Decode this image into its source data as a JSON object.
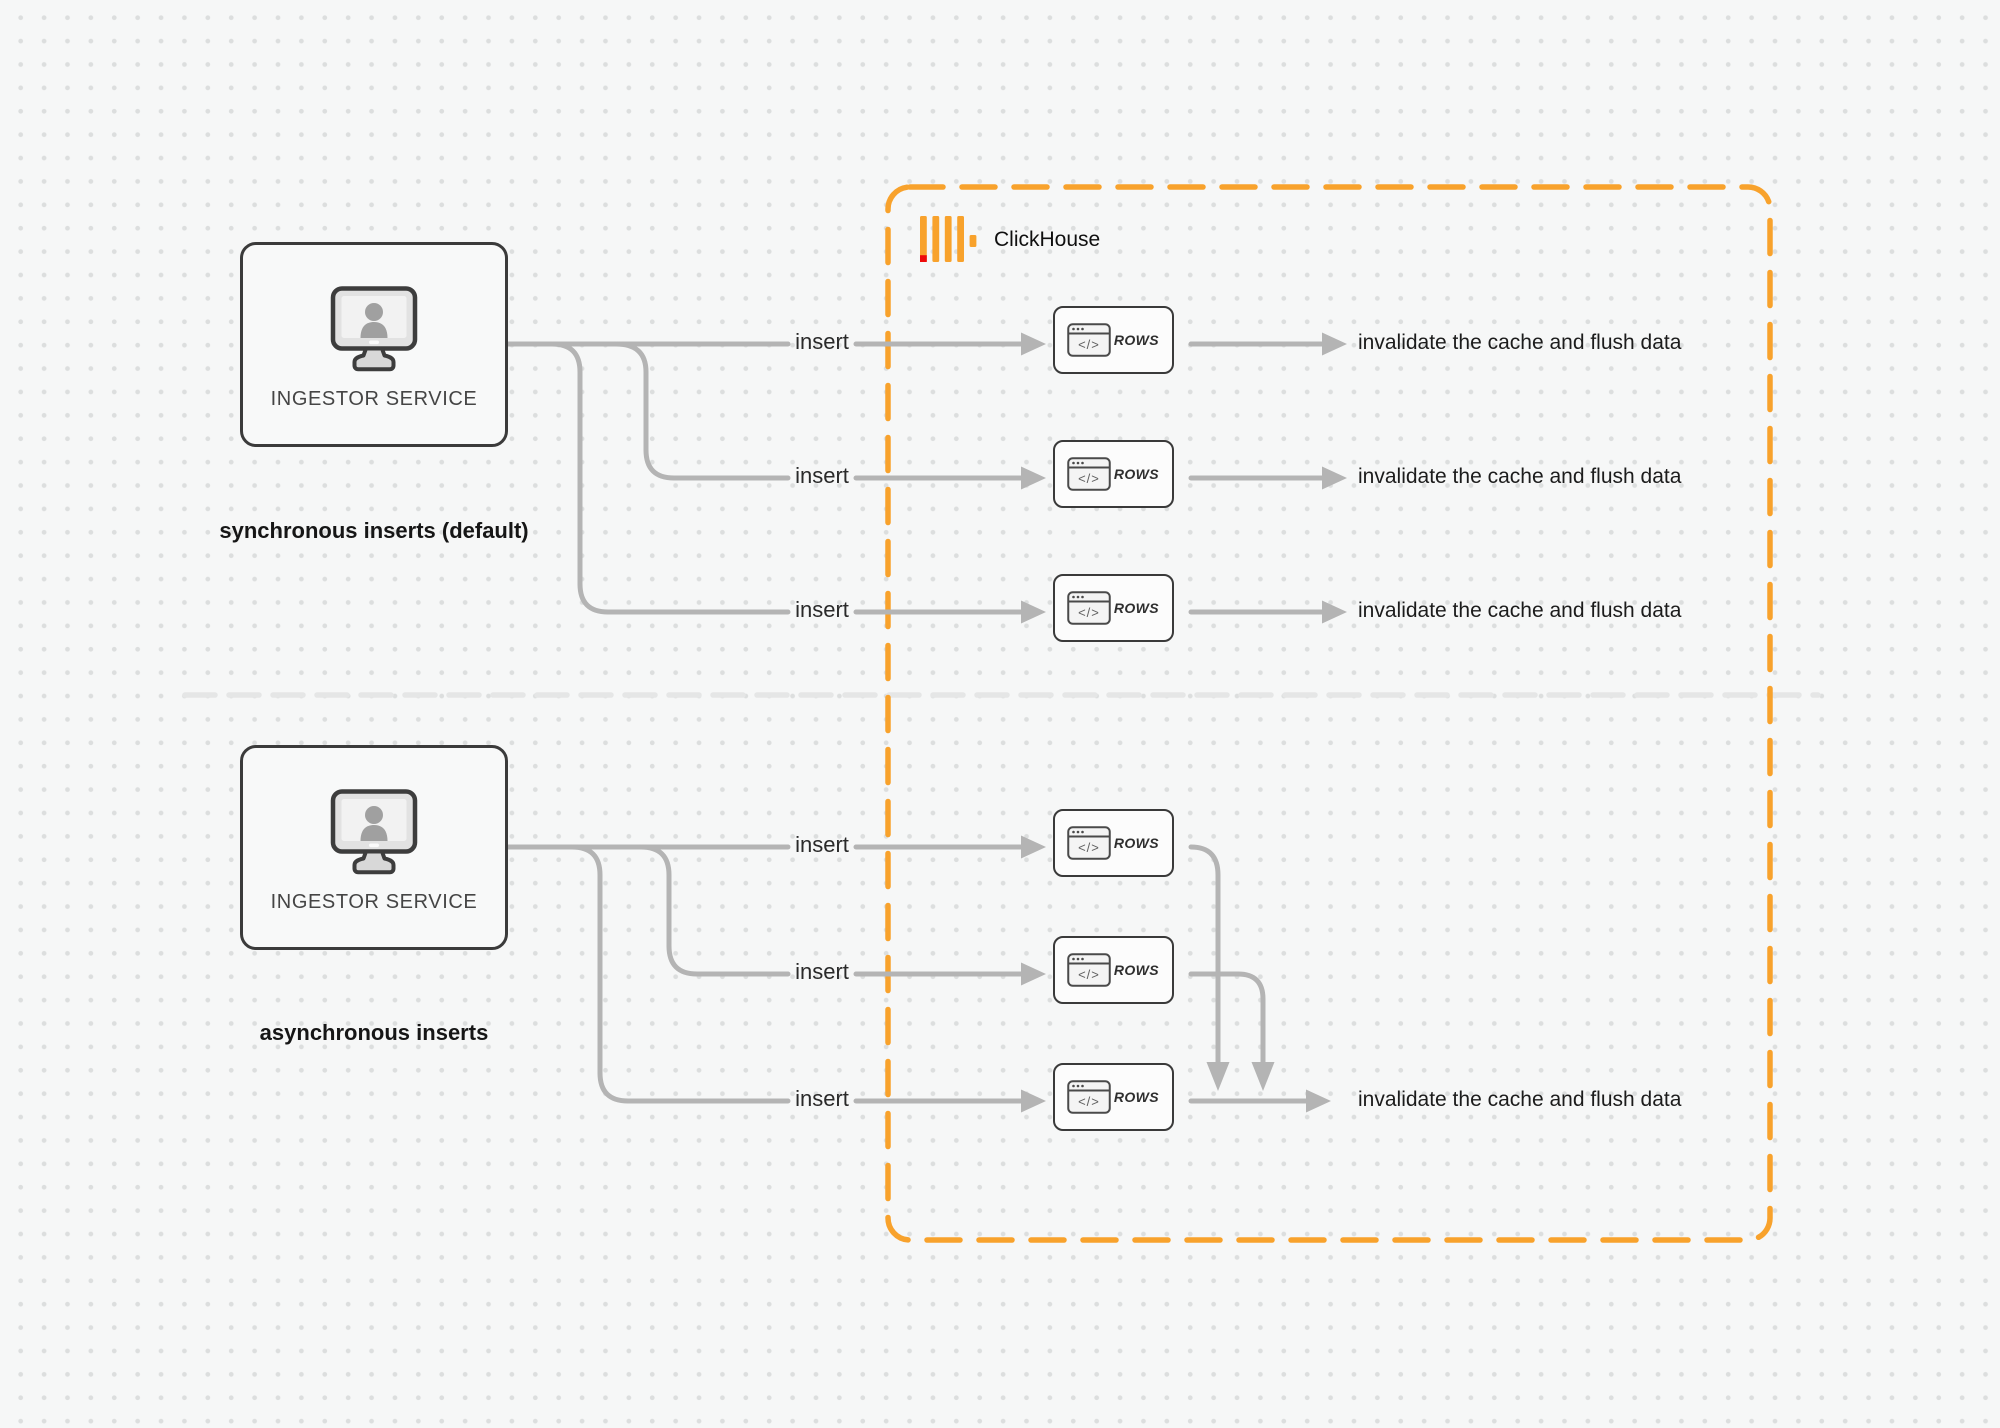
{
  "clickhouse_container": {
    "label": "ClickHouse"
  },
  "sections": [
    {
      "caption": "synchronous inserts (default)",
      "service_label": "INGESTOR SERVICE",
      "insert_labels": [
        "insert",
        "insert",
        "insert"
      ],
      "rows_labels": [
        "ROWS",
        "ROWS",
        "ROWS"
      ],
      "result_labels": [
        "invalidate the cache and flush data",
        "invalidate the cache and flush data",
        "invalidate the cache and flush data"
      ]
    },
    {
      "caption": "asynchronous inserts",
      "service_label": "INGESTOR SERVICE",
      "insert_labels": [
        "insert",
        "insert",
        "insert"
      ],
      "rows_labels": [
        "ROWS",
        "ROWS",
        "ROWS"
      ],
      "result_labels": [
        "invalidate the cache and flush data"
      ]
    }
  ],
  "icons": {
    "code_window_glyph": "</>",
    "monitor_user": "monitor-user-icon",
    "clickhouse_logo": "clickhouse-logo"
  },
  "colors": {
    "accent_orange": "#F8A22C",
    "logo_red": "#EE0A0A",
    "connector_gray": "#B4B4B4",
    "outline_dark": "#3B3B3B",
    "text_primary": "#1C1C1C",
    "card_bg": "#FCFCFC",
    "card_back_bg": "#ECECEC",
    "panel_bg": "#F8F9F9",
    "divider_gray": "#E5E6E6",
    "background": "#F6F7F7",
    "dot_gray": "#DCDEDE"
  }
}
